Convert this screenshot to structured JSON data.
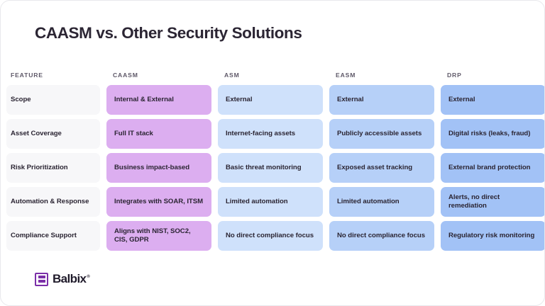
{
  "page": {
    "title": "CAASM vs. Other Security Solutions",
    "background": "#ffffff",
    "title_color": "#2b2533"
  },
  "table": {
    "headers": [
      {
        "key": "feature",
        "label": "FEATURE"
      },
      {
        "key": "caasm",
        "label": "CAASM"
      },
      {
        "key": "asm",
        "label": "ASM"
      },
      {
        "key": "easm",
        "label": "EASM"
      },
      {
        "key": "drp",
        "label": "DRP"
      }
    ],
    "column_colors": {
      "feature": "#f7f7f9",
      "caasm": "#dcaef0",
      "asm": "#cfe1fb",
      "easm": "#b6d0f8",
      "drp": "#a2c2f6"
    },
    "rows": [
      {
        "feature": "Scope",
        "caasm": "Internal & External",
        "asm": "External",
        "easm": "External",
        "drp": "External"
      },
      {
        "feature": "Asset Coverage",
        "caasm": "Full IT stack",
        "asm": "Internet-facing assets",
        "easm": "Publicly accessible assets",
        "drp": "Digital risks (leaks, fraud)"
      },
      {
        "feature": "Risk Prioritization",
        "caasm": "Business impact-based",
        "asm": "Basic threat monitoring",
        "easm": "Exposed asset tracking",
        "drp": "External brand protection"
      },
      {
        "feature": "Automation & Response",
        "caasm": "Integrates with SOAR, ITSM",
        "asm": "Limited automation",
        "easm": "Limited automation",
        "drp": "Alerts, no direct remediation"
      },
      {
        "feature": "Compliance Support",
        "caasm": "Aligns with NIST, SOC2, CIS, GDPR",
        "asm": "No direct compliance focus",
        "easm": "No direct compliance focus",
        "drp": "Regulatory risk monitoring"
      }
    ]
  },
  "logo": {
    "name": "Balbix",
    "registered_mark": "®",
    "color": "#7b2fa8"
  }
}
